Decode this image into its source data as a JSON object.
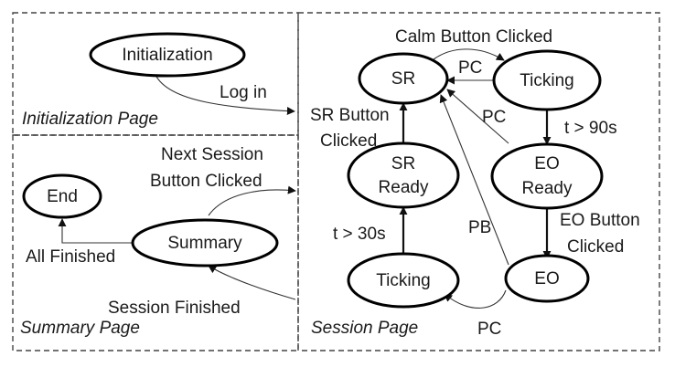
{
  "pages": {
    "initialization": "Initialization Page",
    "summary": "Summary Page",
    "session": "Session Page"
  },
  "states": {
    "initialization": "Initialization",
    "end": "End",
    "summary": "Summary",
    "sr": "SR",
    "ticking_top": "Ticking",
    "sr_ready_line1": "SR",
    "sr_ready_line2": "Ready",
    "eo_ready_line1": "EO",
    "eo_ready_line2": "Ready",
    "ticking_bottom": "Ticking",
    "eo": "EO"
  },
  "transitions": {
    "log_in": "Log in",
    "next_session_line1": "Next Session",
    "next_session_line2": "Button Clicked",
    "all_finished": "All Finished",
    "session_finished": "Session Finished",
    "calm_button_clicked": "Calm Button Clicked",
    "pc_top": "PC",
    "pc_mid": "PC",
    "sr_button_line1": "SR Button",
    "sr_button_line2": "Clicked",
    "t_gt_90s": "t > 90s",
    "t_gt_30s": "t > 30s",
    "eo_button_line1": "EO Button",
    "eo_button_line2": "Clicked",
    "pb": "PB",
    "pc_bottom": "PC"
  }
}
